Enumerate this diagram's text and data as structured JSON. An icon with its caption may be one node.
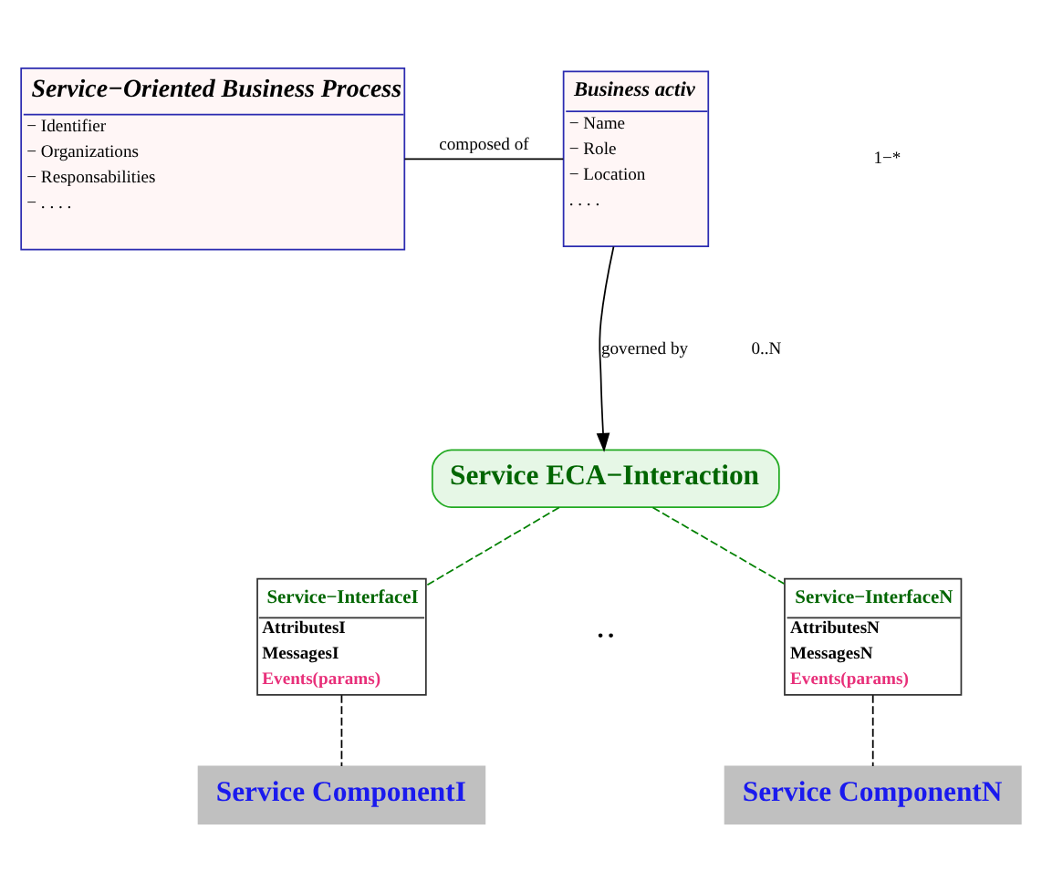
{
  "diagram": {
    "nodes": [
      {
        "text": [
          "Service−Oriented Business Process",
          "− Identifier",
          "− Organizations",
          "− Responsabilities",
          "− . . . ."
        ]
      },
      {
        "text": [
          "Business activ",
          "− Name",
          "− Role",
          "− Location",
          ". . . ."
        ]
      },
      {
        "text": [
          "Service ECA−Interaction"
        ]
      },
      {
        "text": [
          "Service−InterfaceI",
          "AttributesI",
          "MessagesI",
          "Events(params)"
        ]
      },
      {
        "text": [
          "Service−InterfaceN",
          "AttributesN",
          "MessagesN",
          "Events(params)"
        ]
      },
      {
        "text": [
          "Service ComponentI"
        ]
      },
      {
        "text": [
          "Service ComponentN"
        ]
      }
    ],
    "edges": [
      {
        "from": 0,
        "to": 1,
        "arrow": "none",
        "label": "composed of"
      },
      {
        "from": 1,
        "to": 2,
        "arrow": "to",
        "label": "governed by"
      },
      {
        "from": 2,
        "to": 3,
        "arrow": "none",
        "style": "dashed",
        "color": "#008000"
      },
      {
        "from": 2,
        "to": 4,
        "arrow": "none",
        "style": "dashed",
        "color": "#008000"
      },
      {
        "from": 3,
        "to": 5,
        "arrow": "none",
        "style": "dashed"
      },
      {
        "from": 4,
        "to": 6,
        "arrow": "none",
        "style": "dashed"
      }
    ],
    "labels": [
      "1−*",
      "0..N",
      "• •"
    ]
  }
}
